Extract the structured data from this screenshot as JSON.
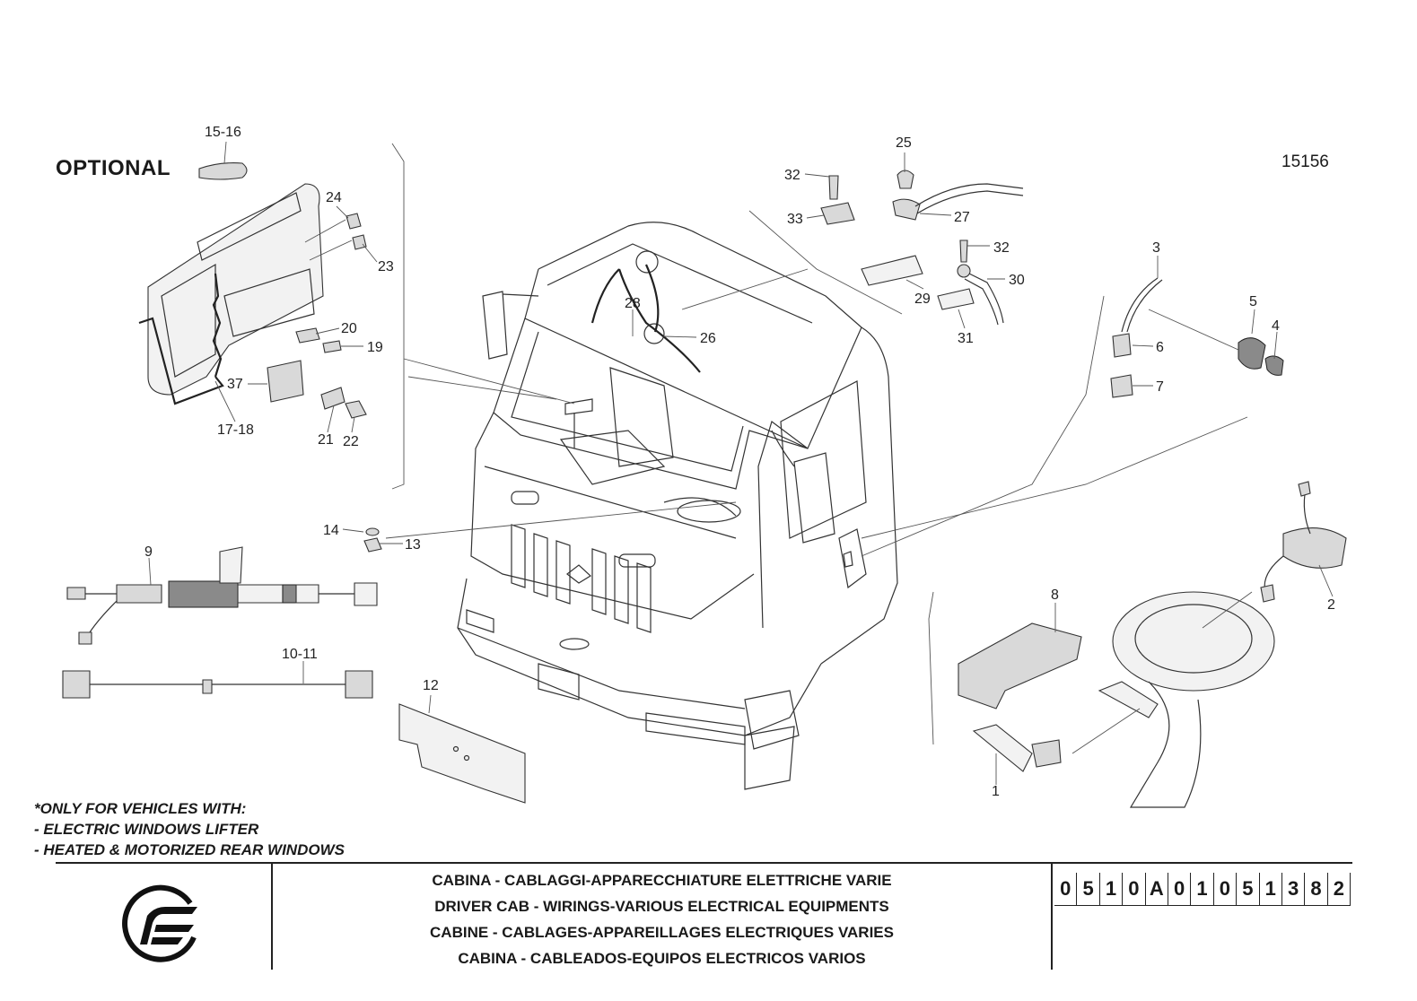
{
  "header": {
    "optional_label": "OPTIONAL",
    "drawing_number": "15156"
  },
  "callouts": {
    "c1": "1",
    "c2": "2",
    "c3": "3",
    "c4": "4",
    "c5": "5",
    "c6": "6",
    "c7": "7",
    "c8": "8",
    "c9": "9",
    "c10_11": "10-11",
    "c12": "12",
    "c13": "13",
    "c14": "14",
    "c15_16": "15-16",
    "c17_18": "17-18",
    "c19": "19",
    "c20": "20",
    "c21": "21",
    "c22": "22",
    "c23": "23",
    "c24": "24",
    "c25": "25",
    "c26": "26",
    "c27": "27",
    "c28": "28",
    "c29": "29",
    "c30": "30",
    "c31": "31",
    "c32a": "32",
    "c32b": "32",
    "c33": "33",
    "c37": "37"
  },
  "note": {
    "line1": "*ONLY FOR VEHICLES WITH:",
    "line2": "- ELECTRIC WINDOWS LIFTER",
    "line3": "- HEATED & MOTORIZED REAR WINDOWS"
  },
  "title_block": {
    "title_it": "CABINA - CABLAGGI-APPARECCHIATURE ELETTRICHE VARIE",
    "title_en": "DRIVER CAB - WIRINGS-VARIOUS ELECTRICAL EQUIPMENTS",
    "title_fr": "CABINE - CABLAGES-APPAREILLAGES ELECTRIQUES VARIES",
    "title_es": "CABINA - CABLEADOS-EQUIPOS ELECTRICOS VARIOS",
    "code_chars": [
      "0",
      "5",
      "1",
      "0",
      "A",
      "0",
      "1",
      "0",
      "5",
      "1",
      "3",
      "8",
      "2"
    ],
    "logo_icon": "manufacturer-logo-icon"
  }
}
